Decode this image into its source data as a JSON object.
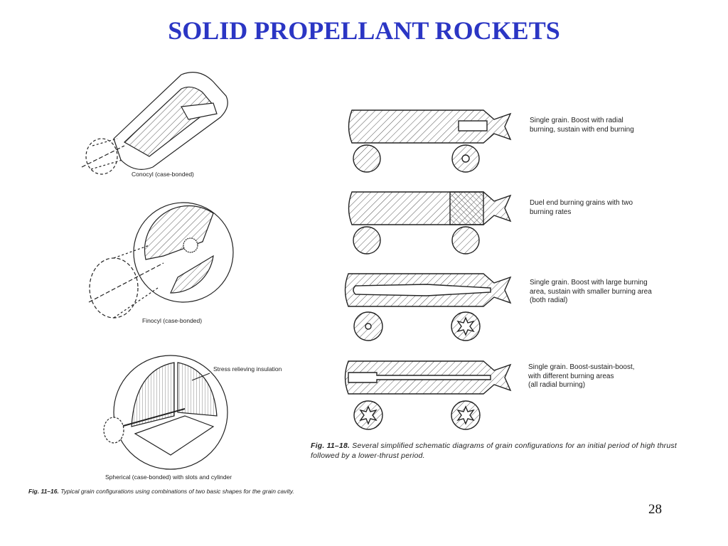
{
  "slide": {
    "title": "SOLID PROPELLANT ROCKETS",
    "slide_number": "28",
    "title_color": "#2b36c4"
  },
  "left_figure": {
    "labels": {
      "conocyl": "Conocyl (case-bonded)",
      "finocyl": "Finocyl (case-bonded)",
      "stress": "Stress relieving insulation",
      "spherical": "Spherical (case-bonded) with slots and cylinder"
    },
    "caption": {
      "fig": "Fig. 11–16.",
      "text": "Typical grain configurations using combinations of two basic shapes for the grain cavity."
    }
  },
  "right_figure": {
    "descriptions": [
      "Single grain. Boost with radial\nburning, sustain with end burning",
      "Duel end burning grains with two\nburning rates",
      "Single grain. Boost with large burning\narea, sustain with smaller burning area\n(both radial)",
      "Single grain. Boost-sustain-boost,\nwith different burning areas\n(all radial burning)"
    ],
    "caption": {
      "fig": "Fig. 11–18.",
      "text": "Several simplified schematic diagrams of grain configurations for an initial period of high thrust followed by a lower-thrust period."
    }
  },
  "colors": {
    "ink": "#222222",
    "hatch": "#555555"
  }
}
